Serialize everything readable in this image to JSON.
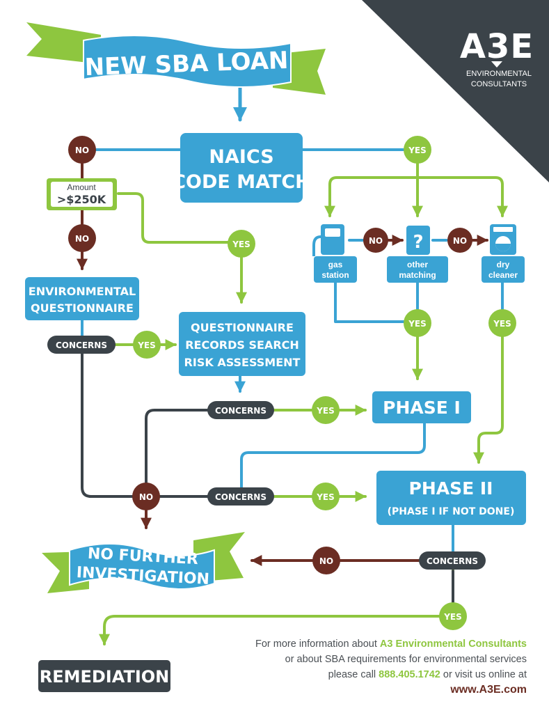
{
  "colors": {
    "blue": "#3aa3d4",
    "green": "#8ec63f",
    "brown": "#6b2d23",
    "dark": "#3b4349",
    "white": "#ffffff"
  },
  "brand": {
    "logo": "A3E",
    "line1": "ENVIRONMENTAL",
    "line2": "CONSULTANTS"
  },
  "banners": {
    "start": "NEW SBA LOAN",
    "end_line1": "NO FURTHER",
    "end_line2": "INVESTIGATION"
  },
  "nodes": {
    "naics_line1": "NAICS",
    "naics_line2": "CODE MATCH",
    "amount_label": "Amount",
    "amount_value": ">$250K",
    "env_q_line1": "ENVIRONMENTAL",
    "env_q_line2": "QUESTIONNAIRE",
    "qrr_line1": "QUESTIONNAIRE",
    "qrr_line2": "RECORDS SEARCH",
    "qrr_line3": "RISK ASSESSMENT",
    "gas_line1": "gas",
    "gas_line2": "station",
    "other_line1": "other",
    "other_line2": "matching",
    "dry_line1": "dry",
    "dry_line2": "cleaner",
    "phase1": "PHASE I",
    "phase2_line1": "PHASE II",
    "phase2_line2": "(PHASE I IF NOT DONE)",
    "remediation": "REMEDIATION"
  },
  "decisions": {
    "no": "NO",
    "yes": "YES",
    "concerns": "CONCERNS"
  },
  "footer": {
    "line1_pre": "For more information about ",
    "line1_company": "A3 Environmental Consultants",
    "line2": "or about SBA requirements for environmental services",
    "line3_pre": "please call ",
    "line3_phone": "888.405.1742",
    "line3_post": " or visit us online at",
    "website": "www.A3E.com"
  }
}
